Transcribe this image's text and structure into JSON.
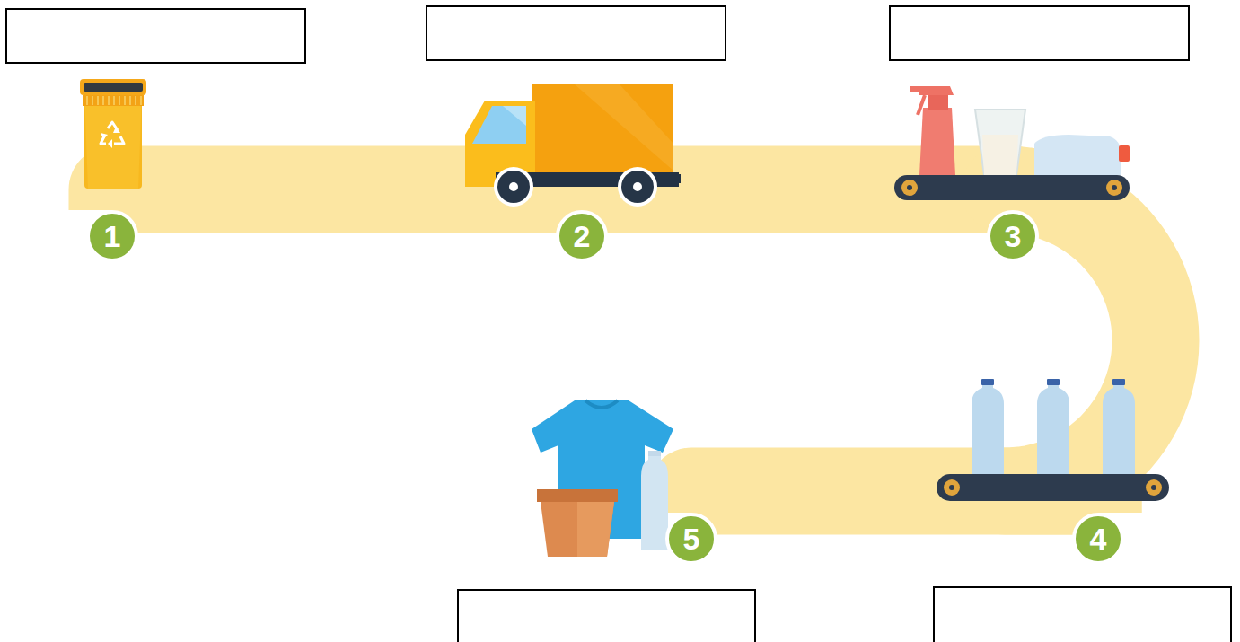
{
  "diagram": {
    "nodes": [
      {
        "text": [
          "1"
        ]
      },
      {
        "text": [
          "2"
        ]
      },
      {
        "text": [
          "3"
        ]
      },
      {
        "text": [
          "4"
        ]
      },
      {
        "text": [
          "5"
        ]
      }
    ],
    "edges": [
      {
        "from": 0,
        "to": 1,
        "arrow": "none"
      },
      {
        "from": 1,
        "to": 2,
        "arrow": "none"
      },
      {
        "from": 2,
        "to": 3,
        "arrow": "none"
      },
      {
        "from": 3,
        "to": 4,
        "arrow": "none"
      }
    ]
  }
}
